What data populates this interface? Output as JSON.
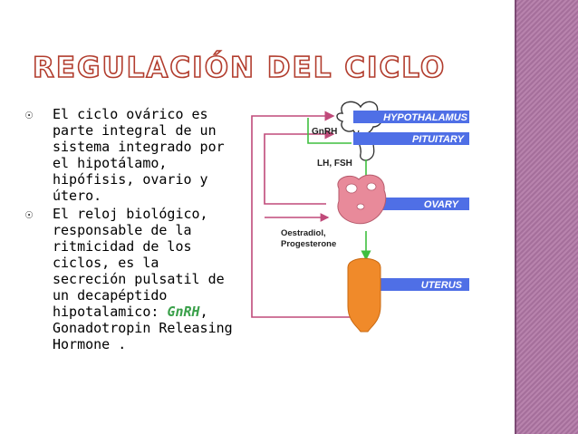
{
  "slide": {
    "title": "REGULACIÓN DEL CICLO",
    "bullet_symbol": "☉",
    "bullets": [
      {
        "text": "El ciclo ovárico es parte integral de un sistema integrado por el hipotálamo, hipófisis, ovario y útero."
      },
      {
        "text_before": "El reloj biológico, responsable de la ritmicidad de los ciclos, es la secreción pulsatil de un decapéptido hipotalamico: ",
        "highlight": "GnRH",
        "text_after": ", Gonadotropin Releasing Hormone ."
      }
    ]
  },
  "diagram": {
    "labels": {
      "hypothalamus": "HYPOTHALAMUS",
      "pituitary": "PITUITARY",
      "ovary": "OVARY",
      "uterus": "UTERUS",
      "gnrh": "GnRH",
      "lh_fsh": "LH, FSH",
      "oestradiol": "Oestradiol,",
      "progesterone": "Progesterone"
    },
    "colors": {
      "band": "#4f6fe6",
      "feedback_arrow": "#c04a7a",
      "green_arrow": "#3fbf3f",
      "ovary": "#e88a9a",
      "uterus": "#f08a2a",
      "title_stroke": "#b23d2e",
      "sidebar": "#a56f9b"
    }
  }
}
